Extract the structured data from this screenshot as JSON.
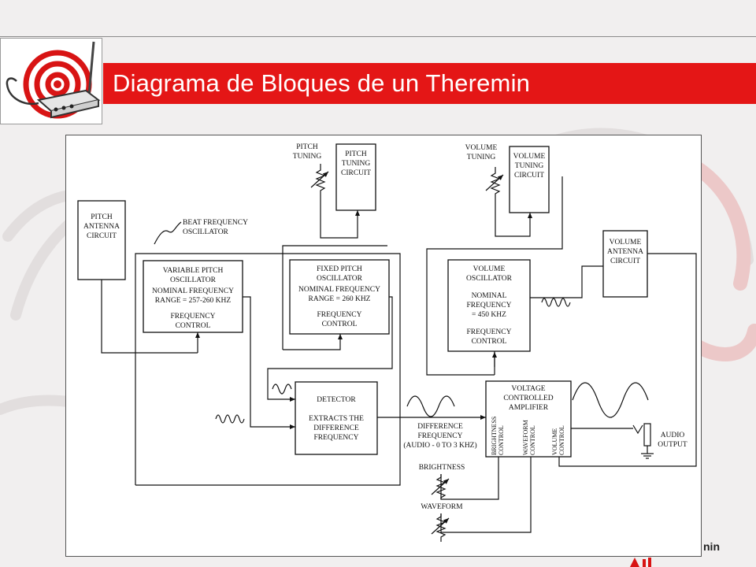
{
  "slide": {
    "title": "Diagrama de Bloques de un Theremin",
    "footer_fragment": "nin"
  },
  "colors": {
    "accent_red": "#e41616",
    "background": "#f1efef",
    "panel": "#ffffff"
  },
  "diagram": {
    "blocks": {
      "pitch_antenna": [
        "PITCH",
        "ANTENNA",
        "CIRCUIT"
      ],
      "pitch_tuning_circuit": [
        "PITCH",
        "TUNING",
        "CIRCUIT"
      ],
      "volume_tuning_circuit": [
        "VOLUME",
        "TUNING",
        "CIRCUIT"
      ],
      "variable_pitch_oscillator": [
        "VARIABLE PITCH",
        "OSCILLATOR",
        "NOMINAL FREQUENCY",
        "RANGE = 257-260 KHZ",
        "FREQUENCY",
        "CONTROL"
      ],
      "fixed_pitch_oscillator": [
        "FIXED PITCH",
        "OSCILLATOR",
        "NOMINAL FREQUENCY",
        "RANGE = 260 KHZ",
        "FREQUENCY",
        "CONTROL"
      ],
      "volume_oscillator": [
        "VOLUME",
        "OSCILLATOR",
        "NOMINAL",
        "FREQUENCY",
        "= 450 KHZ",
        "FREQUENCY",
        "CONTROL"
      ],
      "volume_antenna": [
        "VOLUME",
        "ANTENNA",
        "CIRCUIT"
      ],
      "detector": [
        "DETECTOR",
        "EXTRACTS THE",
        "DIFFERENCE",
        "FREQUENCY"
      ],
      "vca": [
        "VOLTAGE",
        "CONTROLLED",
        "AMPLIFIER"
      ]
    },
    "labels": {
      "pitch_tuning": [
        "PITCH",
        "TUNING"
      ],
      "volume_tuning": [
        "VOLUME",
        "TUNING"
      ],
      "beat_frequency": [
        "BEAT FREQUENCY",
        "OSCILLATOR"
      ],
      "difference_frequency": [
        "DIFFERENCE",
        "FREQUENCY",
        "(AUDIO - 0 TO 3 KHZ)"
      ],
      "brightness": "BRIGHTNESS",
      "waveform": "WAVEFORM",
      "audio_output": [
        "AUDIO",
        "OUTPUT"
      ],
      "vca_controls": [
        "BRIGHTNESS",
        "CONTROL",
        "WAVEFORM",
        "CONTROL",
        "VOLUME",
        "CONTROL"
      ]
    }
  }
}
